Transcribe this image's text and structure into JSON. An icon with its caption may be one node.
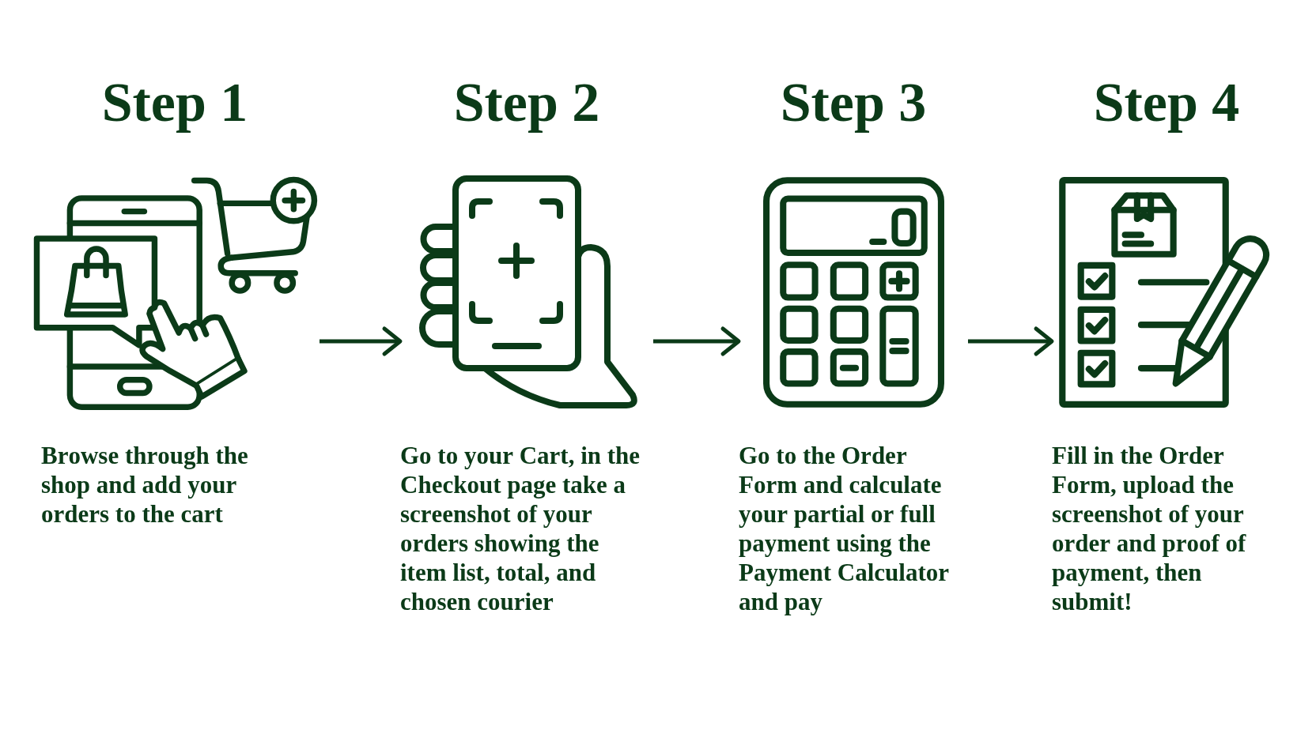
{
  "diagram": {
    "nodes": [
      {
        "text": [
          "Step 1",
          "Browse through the shop and add your orders to the cart"
        ]
      },
      {
        "text": [
          "Step 2",
          "Go to your Cart, in the Checkout page take a screenshot of your orders showing the item list, total, and chosen courier"
        ]
      },
      {
        "text": [
          "Step 3",
          "Go to the Order Form and calculate your partial or full payment using the Payment Calculator and pay"
        ]
      },
      {
        "text": [
          "Step 4",
          "Fill in the Order Form, upload the screenshot of your order and proof of payment, then submit!"
        ]
      }
    ],
    "edges": [
      {
        "from": 0,
        "to": 1,
        "arrow": "to"
      },
      {
        "from": 1,
        "to": 2,
        "arrow": "to"
      },
      {
        "from": 2,
        "to": 3,
        "arrow": "to"
      }
    ]
  }
}
